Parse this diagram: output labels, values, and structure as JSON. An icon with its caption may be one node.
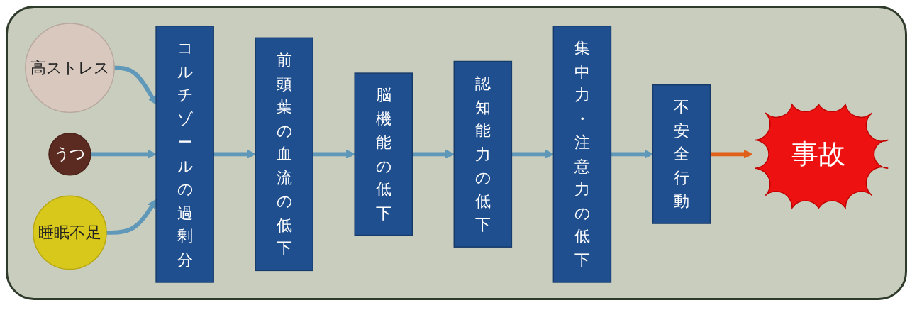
{
  "diagram": {
    "nodes": [
      {
        "text": [
          "高ストレス"
        ]
      },
      {
        "text": [
          "うつ"
        ]
      },
      {
        "text": [
          "睡眠不足"
        ]
      },
      {
        "text": [
          "コルチゾールの過剰分"
        ]
      },
      {
        "text": [
          "前頭葉の血流の低下"
        ]
      },
      {
        "text": [
          "脳機能の低下"
        ]
      },
      {
        "text": [
          "認知能力の低下"
        ]
      },
      {
        "text": [
          "集中力・注意力の低下"
        ]
      },
      {
        "text": [
          "不安全行動"
        ]
      },
      {
        "text": [
          "事故"
        ]
      }
    ],
    "edges": [
      {
        "from": 0,
        "to": 3,
        "arrow": "to"
      },
      {
        "from": 1,
        "to": 3,
        "arrow": "to"
      },
      {
        "from": 2,
        "to": 3,
        "arrow": "to"
      },
      {
        "from": 3,
        "to": 4,
        "arrow": "to"
      },
      {
        "from": 4,
        "to": 5,
        "arrow": "to"
      },
      {
        "from": 5,
        "to": 6,
        "arrow": "to"
      },
      {
        "from": 6,
        "to": 7,
        "arrow": "to"
      },
      {
        "from": 7,
        "to": 8,
        "arrow": "to"
      },
      {
        "from": 8,
        "to": 9,
        "arrow": "to",
        "color": "#e0601a"
      }
    ]
  }
}
